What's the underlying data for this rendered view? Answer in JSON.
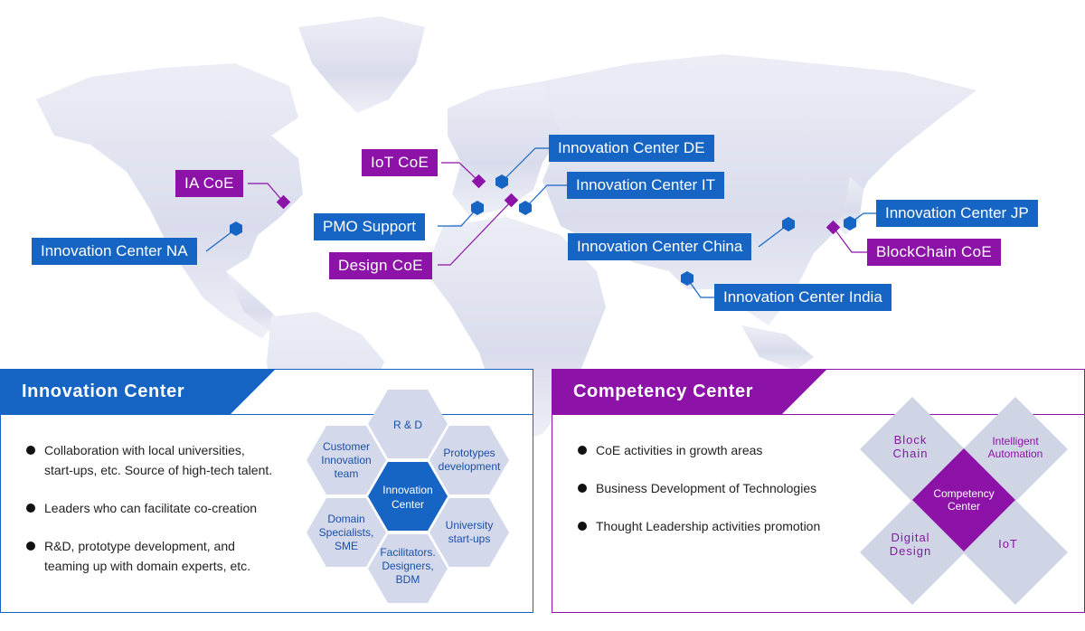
{
  "map_labels": {
    "ia_coe": "IA CoE",
    "ic_na": "Innovation Center NA",
    "iot_coe": "IoT CoE",
    "pmo_support": "PMO Support",
    "design_coe": "Design CoE",
    "ic_de": "Innovation Center DE",
    "ic_it": "Innovation Center IT",
    "ic_china": "Innovation Center China",
    "ic_india": "Innovation Center India",
    "ic_jp": "Innovation Center JP",
    "blockchain_coe": "BlockChain CoE"
  },
  "innovation_center": {
    "title": "Innovation Center",
    "bullets": [
      [
        "Collaboration with local universities,",
        "start-ups, etc. Source of high-tech talent."
      ],
      [
        "Leaders who can facilitate co-creation"
      ],
      [
        "R&D, prototype development, and",
        "teaming up with domain experts, etc."
      ]
    ],
    "hex": {
      "center": [
        "Innovation",
        "Center"
      ],
      "top": [
        "R & D"
      ],
      "upper_right": [
        "Prototypes",
        "development"
      ],
      "lower_right": [
        "University",
        "start-ups"
      ],
      "bottom": [
        "Facilitators.",
        "Designers,",
        "BDM"
      ],
      "lower_left": [
        "Domain",
        "Specialists,",
        "SME"
      ],
      "upper_left": [
        "Customer",
        "Innovation",
        "team"
      ]
    }
  },
  "competency_center": {
    "title": "Competency Center",
    "bullets": [
      [
        "CoE activities in growth areas"
      ],
      [
        "Business Development of Technologies"
      ],
      [
        "Thought Leadership activities promotion"
      ]
    ],
    "diamonds": {
      "center": [
        "Competency",
        "Center"
      ],
      "top_left": [
        "Block",
        "Chain"
      ],
      "top_right": [
        "Intelligent",
        "Automation"
      ],
      "bottom_left": [
        "Digital",
        "Design"
      ],
      "bottom_right": [
        "IoT"
      ]
    }
  },
  "colors": {
    "blue": "#1665c4",
    "purple": "#8c12a8",
    "hex_fill": "#d3d9eb",
    "diamond_fill": "#d0d5e6",
    "map_fill": "#dfe2f0"
  }
}
